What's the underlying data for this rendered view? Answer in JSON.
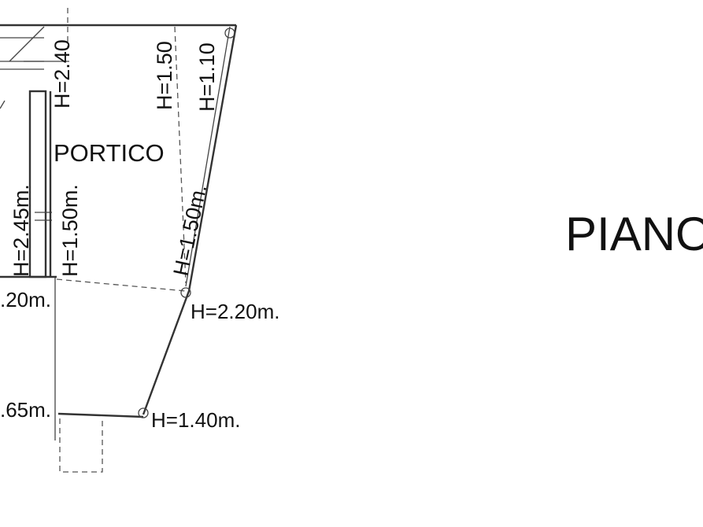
{
  "plan": {
    "room_label": "PORTICO",
    "heights": {
      "h_240": "H=2.40",
      "h_150_top": "H=1.50",
      "h_110": "H=1.10",
      "h_245": "H=2.45m.",
      "h_150_left": "H=1.50m.",
      "h_150_diag": "H=1.50m.",
      "h_220_left": ".20m.",
      "h_220_right": "H=2.20m.",
      "h_165": ".65m.",
      "h_140": "H=1.40m."
    },
    "floor_title": "PIANO"
  }
}
